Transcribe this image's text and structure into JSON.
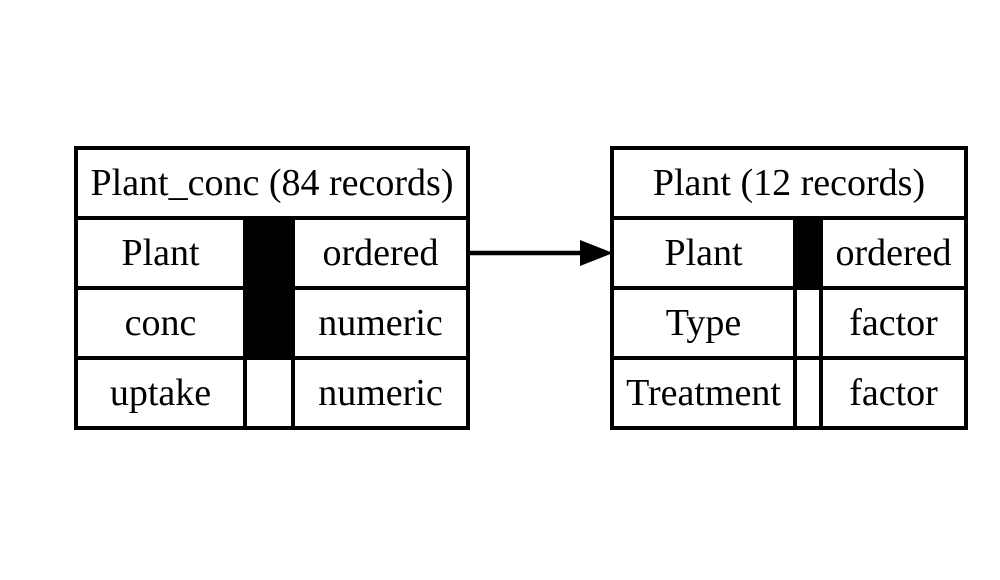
{
  "diagram": {
    "background_color": "#ffffff",
    "line_color": "#000000",
    "tables": [
      {
        "title": "Plant_conc (84 records)",
        "fields": [
          {
            "name": "Plant",
            "type": "ordered",
            "key": true
          },
          {
            "name": "conc",
            "type": "numeric",
            "key": true
          },
          {
            "name": "uptake",
            "type": "numeric",
            "key": false
          }
        ]
      },
      {
        "title": "Plant (12 records)",
        "fields": [
          {
            "name": "Plant",
            "type": "ordered",
            "key": true
          },
          {
            "name": "Type",
            "type": "factor",
            "key": false
          },
          {
            "name": "Treatment",
            "type": "factor",
            "key": false
          }
        ]
      }
    ],
    "relation": {
      "from_table": "Plant_conc",
      "from_field": "Plant",
      "to_table": "Plant",
      "to_field": "Plant"
    }
  }
}
